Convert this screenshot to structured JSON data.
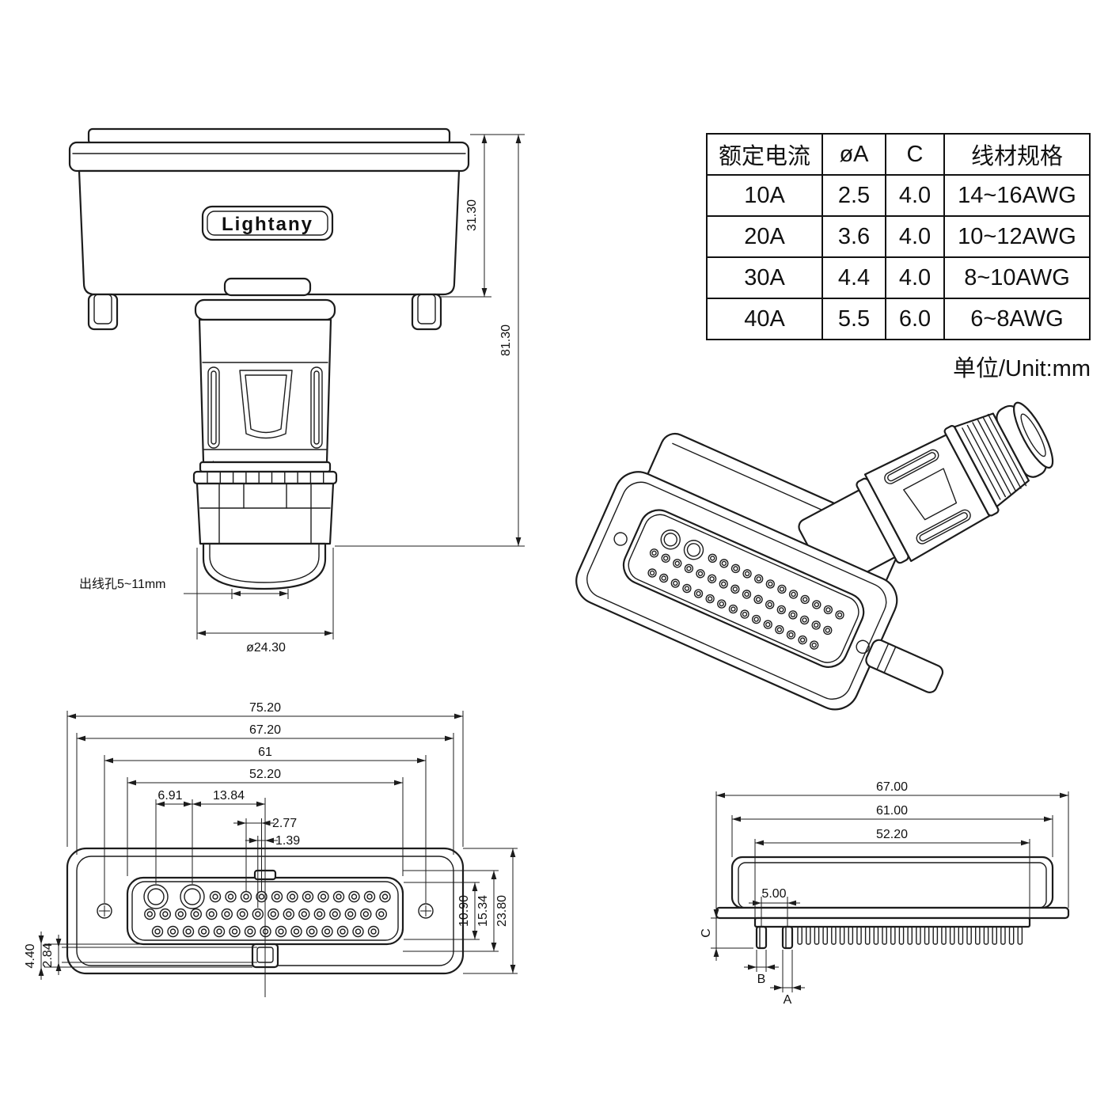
{
  "brand": "Lightany",
  "spec_table": {
    "headers": [
      "额定电流",
      "øA",
      "C",
      "线材规格"
    ],
    "rows": [
      [
        "10A",
        "2.5",
        "4.0",
        "14~16AWG"
      ],
      [
        "20A",
        "3.6",
        "4.0",
        "10~12AWG"
      ],
      [
        "30A",
        "4.4",
        "4.0",
        "8~10AWG"
      ],
      [
        "40A",
        "5.5",
        "6.0",
        "6~8AWG"
      ]
    ],
    "unit_note": "单位/Unit:mm"
  },
  "front_view": {
    "dim_body_height": "31.30",
    "dim_total_height": "81.30",
    "wire_hole_label": "出线孔5~11mm",
    "dim_gland_diameter": "ø24.30"
  },
  "face_view": {
    "dim_overall_width": "75.20",
    "dim_shell_width": "67.20",
    "dim_screw_span": "61",
    "dim_insert_width": "52.20",
    "dim_big_pin_pitch": "6.91",
    "dim_big_pin_to_center": "13.84",
    "dim_contact_pitch": "2.77",
    "dim_row_offset": "1.39",
    "dim_pin_field_height": "10.90",
    "dim_insert_height": "15.34",
    "dim_overall_height": "23.80",
    "dim_key_outer": "4.40",
    "dim_key_inner": "2.84"
  },
  "side_view": {
    "dim_flange_width": "67.00",
    "dim_body_width": "61.00",
    "dim_insert_width": "52.20",
    "dim_power_pin_pitch": "5.00",
    "label_c": "C",
    "label_b": "B",
    "label_a": "A"
  }
}
